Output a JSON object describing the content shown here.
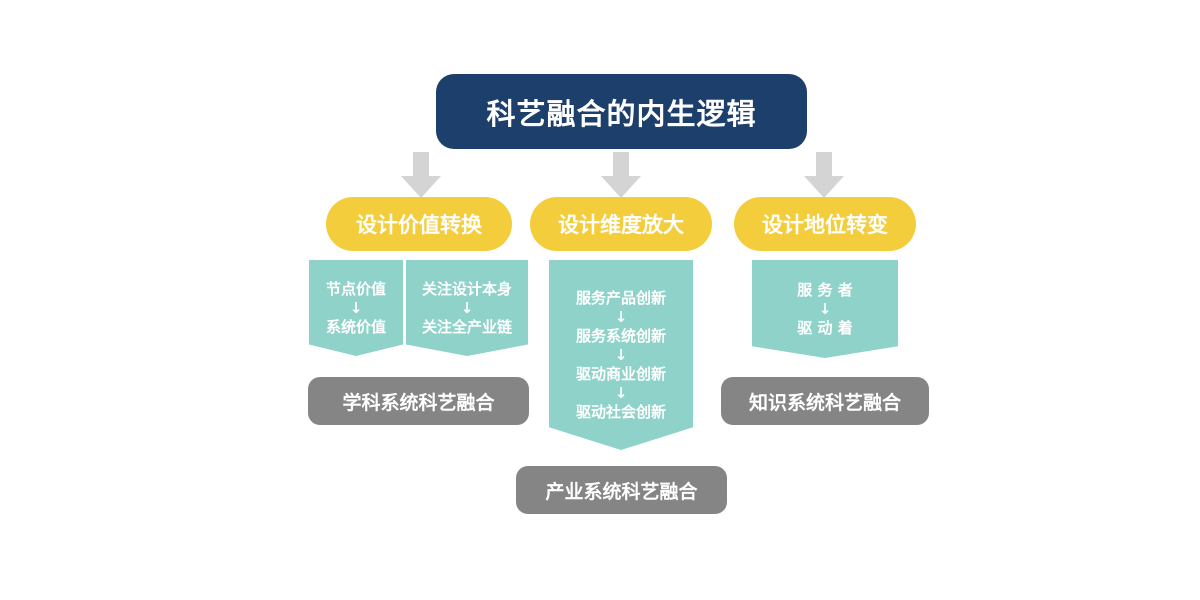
{
  "title": "科艺融合的内生逻辑",
  "columns": [
    {
      "heading": "设计价值转换",
      "left_box": {
        "top": "节点价值",
        "arrow": "↓",
        "bottom": "系统价值"
      },
      "right_box": {
        "top": "关注设计本身",
        "arrow": "↓",
        "bottom": "关注全产业链"
      },
      "result": "学科系统科艺融合"
    },
    {
      "heading": "设计维度放大",
      "steps": [
        "服务产品创新",
        "服务系统创新",
        "驱动商业创新",
        "驱动社会创新"
      ],
      "arrow": "↓",
      "result": "产业系统科艺融合"
    },
    {
      "heading": "设计地位转变",
      "box": {
        "top": "服 务 者",
        "arrow": "↓",
        "bottom": "驱 动 着"
      },
      "result": "知识系统科艺融合"
    }
  ],
  "colors": {
    "title_bg": "#1d3f6b",
    "heading_bg": "#f4cd3c",
    "box_bg": "#8fd2c9",
    "result_bg": "#858585",
    "arrow": "#d4d4d4"
  },
  "icons": [
    "down-arrow-icon"
  ]
}
